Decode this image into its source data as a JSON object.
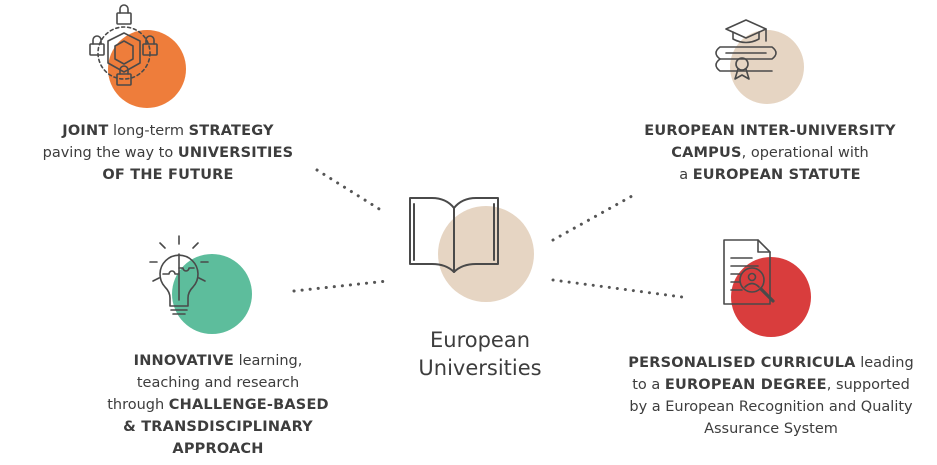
{
  "center": {
    "line1": "European",
    "line2": "Universities",
    "circle_color": "#e6d5c3",
    "icon": "open-book-icon"
  },
  "nodes": [
    {
      "id": "joint-strategy",
      "icon": "network-lock-icon",
      "circle_color": "#ee7d3b",
      "lines": [
        [
          {
            "t": "JOINT",
            "b": true
          },
          {
            "t": " long-term ",
            "b": false
          },
          {
            "t": "STRATEGY",
            "b": true
          }
        ],
        [
          {
            "t": "paving the way to ",
            "b": false
          },
          {
            "t": "UNIVERSITIES",
            "b": true
          }
        ],
        [
          {
            "t": "OF THE FUTURE",
            "b": true
          }
        ]
      ]
    },
    {
      "id": "inter-university-campus",
      "icon": "graduation-diploma-icon",
      "circle_color": "#e6d5c3",
      "lines": [
        [
          {
            "t": "EUROPEAN INTER-UNIVERSITY",
            "b": true
          }
        ],
        [
          {
            "t": "CAMPUS",
            "b": true
          },
          {
            "t": ", operational with",
            "b": false
          }
        ],
        [
          {
            "t": "a ",
            "b": false
          },
          {
            "t": "EUROPEAN STATUTE",
            "b": true
          }
        ]
      ]
    },
    {
      "id": "innovative-learning",
      "icon": "lightbulb-puzzle-icon",
      "circle_color": "#5dbd9c",
      "lines": [
        [
          {
            "t": "INNOVATIVE",
            "b": true
          },
          {
            "t": " learning,",
            "b": false
          }
        ],
        [
          {
            "t": "teaching and research",
            "b": false
          }
        ],
        [
          {
            "t": "through ",
            "b": false
          },
          {
            "t": "CHALLENGE-BASED",
            "b": true
          }
        ],
        [
          {
            "t": "& TRANSDISCIPLINARY",
            "b": true
          }
        ],
        [
          {
            "t": "APPROACH",
            "b": true
          }
        ]
      ]
    },
    {
      "id": "personalised-curricula",
      "icon": "document-search-icon",
      "circle_color": "#d93d3d",
      "lines": [
        [
          {
            "t": "PERSONALISED CURRICULA",
            "b": true
          },
          {
            "t": " leading",
            "b": false
          }
        ],
        [
          {
            "t": "to a ",
            "b": false
          },
          {
            "t": "EUROPEAN DEGREE",
            "b": true
          },
          {
            "t": ", supported",
            "b": false
          }
        ],
        [
          {
            "t": "by a European Recognition and Quality",
            "b": false
          }
        ],
        [
          {
            "t": "Assurance System",
            "b": false
          }
        ]
      ]
    }
  ]
}
